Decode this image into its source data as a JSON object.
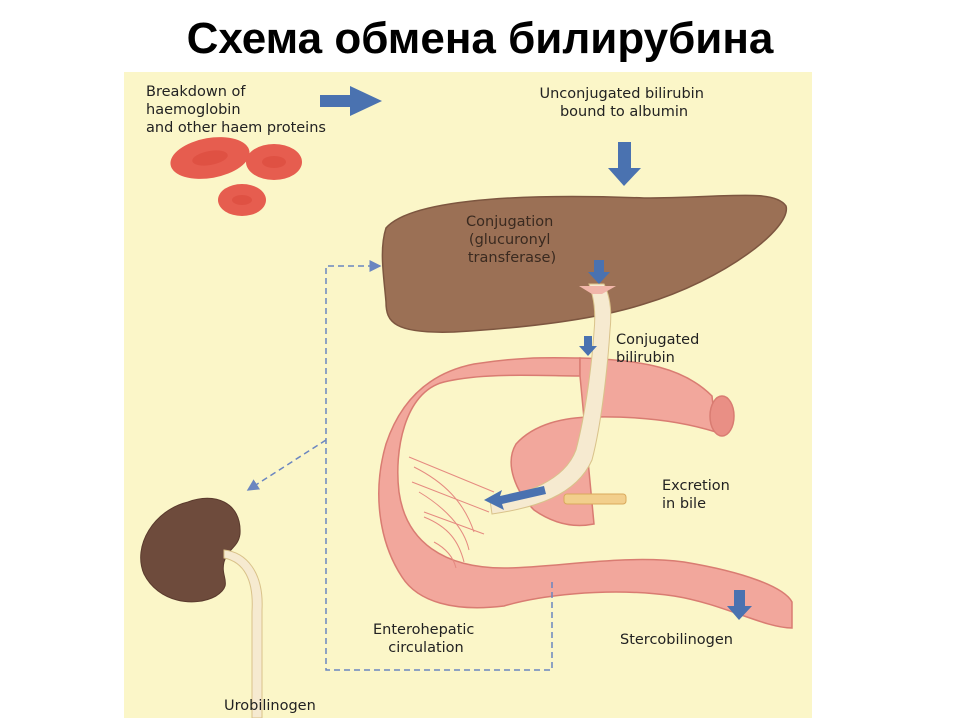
{
  "title": "Схема обмена билирубина",
  "labels": {
    "breakdown": [
      "Breakdown of",
      "haemoglobin",
      "and other haem proteins"
    ],
    "unconjugated": [
      "Unconjugated bilirubin",
      "bound to albumin"
    ],
    "conjugation": [
      "Conjugation",
      "(glucuronyl",
      "transferase)"
    ],
    "conjugated": [
      "Conjugated",
      "bilirubin"
    ],
    "excretion": [
      "Excretion",
      "in bile"
    ],
    "enterohepatic": [
      "Enterohepatic",
      "circulation"
    ],
    "stercobilinogen": "Stercobilinogen",
    "urobilinogen": "Urobilinogen"
  },
  "colors": {
    "page_background": "#fbf6c8",
    "liver": "#9b7055",
    "kidney": "#6e4b3c",
    "intestine": "#f2a79c",
    "red_cells": "#e65d4f",
    "arrow": "#4a72b0",
    "bile_duct": "#f6ead0"
  },
  "icons": [
    "red-blood-cells-icon",
    "liver-icon",
    "kidney-icon",
    "intestine-icon",
    "bile-duct-icon"
  ]
}
